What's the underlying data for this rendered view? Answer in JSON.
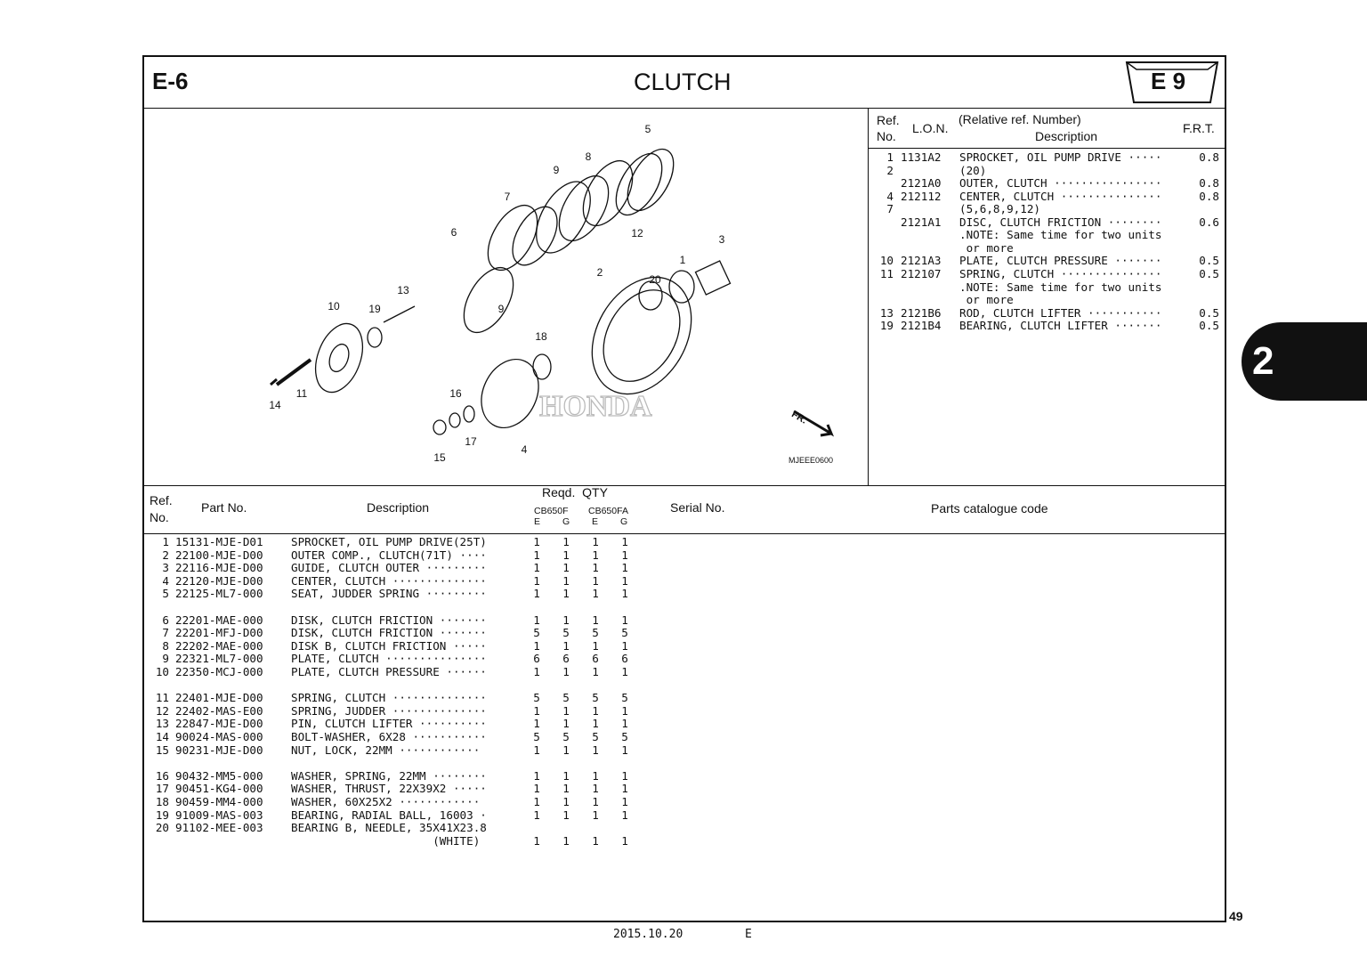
{
  "header": {
    "section": "E-6",
    "title": "CLUTCH",
    "group_code": "E 9"
  },
  "frt_table": {
    "headers": {
      "ref": "Ref.\nNo.",
      "lon": "L.O.N.",
      "desc_line1": "(Relative ref. Number)",
      "desc_line2": "Description",
      "frt": "F.R.T."
    },
    "rows": [
      {
        "ref": "1",
        "lon": "1131A2",
        "desc": "SPROCKET, OIL PUMP DRIVE ·····",
        "frt": "0.8"
      },
      {
        "ref": "2",
        "lon": "",
        "desc": "(20)",
        "frt": ""
      },
      {
        "ref": "",
        "lon": "2121A0",
        "desc": "OUTER, CLUTCH ················",
        "frt": "0.8"
      },
      {
        "ref": "4",
        "lon": "212112",
        "desc": "CENTER, CLUTCH ···············",
        "frt": "0.8"
      },
      {
        "ref": "7",
        "lon": "",
        "desc": "(5,6,8,9,12)",
        "frt": ""
      },
      {
        "ref": "",
        "lon": "2121A1",
        "desc": "DISC, CLUTCH FRICTION ········",
        "frt": "0.6"
      },
      {
        "ref": "",
        "lon": "",
        "desc": ".NOTE: Same time for two units",
        "frt": ""
      },
      {
        "ref": "",
        "lon": "",
        "desc": " or more",
        "frt": ""
      },
      {
        "ref": "10",
        "lon": "2121A3",
        "desc": "PLATE, CLUTCH PRESSURE ·······",
        "frt": "0.5"
      },
      {
        "ref": "11",
        "lon": "212107",
        "desc": "SPRING, CLUTCH ···············",
        "frt": "0.5"
      },
      {
        "ref": "",
        "lon": "",
        "desc": ".NOTE: Same time for two units",
        "frt": ""
      },
      {
        "ref": "",
        "lon": "",
        "desc": " or more",
        "frt": ""
      },
      {
        "ref": "13",
        "lon": "2121B6",
        "desc": "ROD, CLUTCH LIFTER ···········",
        "frt": "0.5"
      },
      {
        "ref": "19",
        "lon": "2121B4",
        "desc": "BEARING, CLUTCH LIFTER ·······",
        "frt": "0.5"
      }
    ]
  },
  "diagram": {
    "callouts": [
      "5",
      "8",
      "9",
      "7",
      "12",
      "3",
      "6",
      "1",
      "2",
      "20",
      "13",
      "10",
      "19",
      "9",
      "18",
      "16",
      "11",
      "14",
      "17",
      "4",
      "15"
    ],
    "figure_code": "MJEEE0600",
    "front_arrow": "FR.",
    "watermark": "HONDA"
  },
  "parts_table": {
    "headers": {
      "ref": "Ref.\nNo.",
      "part_no": "Part No.",
      "desc": "Description",
      "qty": "Reqd.  QTY",
      "model1": "CB650F",
      "model2": "CB650FA",
      "e": "E",
      "g": "G",
      "serial": "Serial No.",
      "catalogue": "Parts catalogue code"
    },
    "rows": [
      {
        "ref": "1",
        "part": "15131-MJE-D01",
        "desc": "SPROCKET, OIL PUMP DRIVE(25T)",
        "qty": [
          "1",
          "1",
          "1",
          "1"
        ]
      },
      {
        "ref": "2",
        "part": "22100-MJE-D00",
        "desc": "OUTER COMP., CLUTCH(71T) ····",
        "qty": [
          "1",
          "1",
          "1",
          "1"
        ]
      },
      {
        "ref": "3",
        "part": "22116-MJE-D00",
        "desc": "GUIDE, CLUTCH OUTER ·········",
        "qty": [
          "1",
          "1",
          "1",
          "1"
        ]
      },
      {
        "ref": "4",
        "part": "22120-MJE-D00",
        "desc": "CENTER, CLUTCH ··············",
        "qty": [
          "1",
          "1",
          "1",
          "1"
        ]
      },
      {
        "ref": "5",
        "part": "22125-ML7-000",
        "desc": "SEAT, JUDDER SPRING ·········",
        "qty": [
          "1",
          "1",
          "1",
          "1"
        ]
      },
      null,
      {
        "ref": "6",
        "part": "22201-MAE-000",
        "desc": "DISK, CLUTCH FRICTION ·······",
        "qty": [
          "1",
          "1",
          "1",
          "1"
        ]
      },
      {
        "ref": "7",
        "part": "22201-MFJ-D00",
        "desc": "DISK, CLUTCH FRICTION ·······",
        "qty": [
          "5",
          "5",
          "5",
          "5"
        ]
      },
      {
        "ref": "8",
        "part": "22202-MAE-000",
        "desc": "DISK B, CLUTCH FRICTION ·····",
        "qty": [
          "1",
          "1",
          "1",
          "1"
        ]
      },
      {
        "ref": "9",
        "part": "22321-ML7-000",
        "desc": "PLATE, CLUTCH ···············",
        "qty": [
          "6",
          "6",
          "6",
          "6"
        ]
      },
      {
        "ref": "10",
        "part": "22350-MCJ-000",
        "desc": "PLATE, CLUTCH PRESSURE ······",
        "qty": [
          "1",
          "1",
          "1",
          "1"
        ]
      },
      null,
      {
        "ref": "11",
        "part": "22401-MJE-D00",
        "desc": "SPRING, CLUTCH ··············",
        "qty": [
          "5",
          "5",
          "5",
          "5"
        ]
      },
      {
        "ref": "12",
        "part": "22402-MAS-E00",
        "desc": "SPRING, JUDDER ··············",
        "qty": [
          "1",
          "1",
          "1",
          "1"
        ]
      },
      {
        "ref": "13",
        "part": "22847-MJE-D00",
        "desc": "PIN, CLUTCH LIFTER ··········",
        "qty": [
          "1",
          "1",
          "1",
          "1"
        ]
      },
      {
        "ref": "14",
        "part": "90024-MAS-000",
        "desc": "BOLT-WASHER, 6X28 ···········",
        "qty": [
          "5",
          "5",
          "5",
          "5"
        ]
      },
      {
        "ref": "15",
        "part": "90231-MJE-D00",
        "desc": "NUT, LOCK, 22MM ············",
        "qty": [
          "1",
          "1",
          "1",
          "1"
        ]
      },
      null,
      {
        "ref": "16",
        "part": "90432-MM5-000",
        "desc": "WASHER, SPRING, 22MM ········",
        "qty": [
          "1",
          "1",
          "1",
          "1"
        ]
      },
      {
        "ref": "17",
        "part": "90451-KG4-000",
        "desc": "WASHER, THRUST, 22X39X2 ·····",
        "qty": [
          "1",
          "1",
          "1",
          "1"
        ]
      },
      {
        "ref": "18",
        "part": "90459-MM4-000",
        "desc": "WASHER, 60X25X2 ············",
        "qty": [
          "1",
          "1",
          "1",
          "1"
        ]
      },
      {
        "ref": "19",
        "part": "91009-MAS-003",
        "desc": "BEARING, RADIAL BALL, 16003 ·",
        "qty": [
          "1",
          "1",
          "1",
          "1"
        ]
      },
      {
        "ref": "20",
        "part": "91102-MEE-003",
        "desc": "BEARING B, NEEDLE, 35X41X23.8",
        "qty": [
          "",
          "",
          "",
          ""
        ]
      },
      {
        "ref": "",
        "part": "",
        "desc": "                     (WHITE)",
        "qty": [
          "1",
          "1",
          "1",
          "1"
        ]
      }
    ]
  },
  "side_tab": "2",
  "page_number": "49",
  "footer": {
    "date": "2015.10.20",
    "code": "E"
  }
}
